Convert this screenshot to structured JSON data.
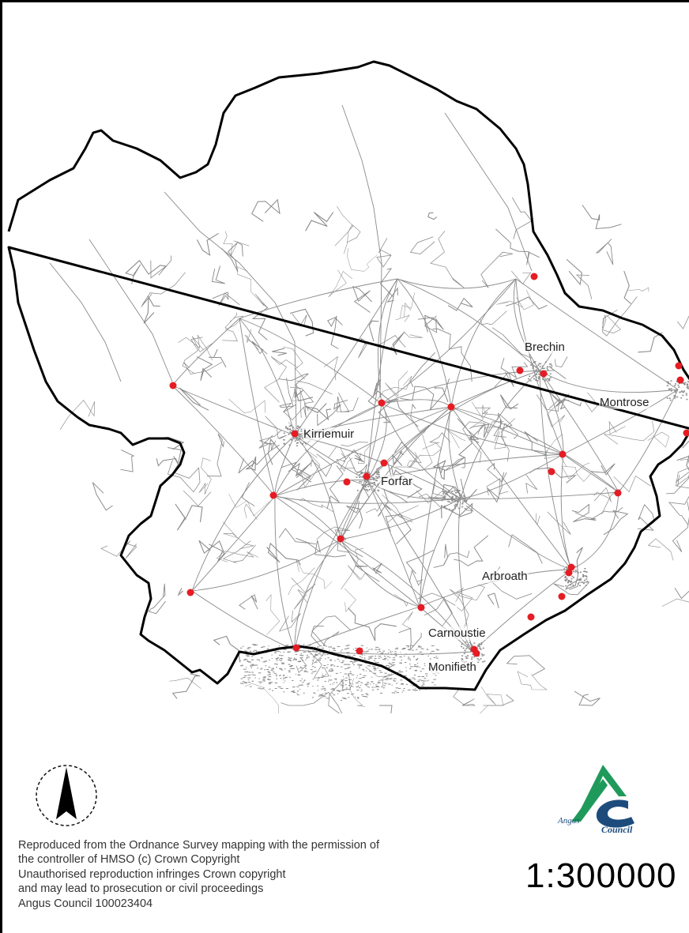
{
  "map": {
    "boundary_color": "#000000",
    "road_color": "#8a8a8a",
    "settlement_color": "#e51c23",
    "towns": [
      {
        "name": "Brechin"
      },
      {
        "name": "Montrose"
      },
      {
        "name": "Kirriemuir"
      },
      {
        "name": "Forfar"
      },
      {
        "name": "Arbroath"
      },
      {
        "name": "Carnoustie"
      },
      {
        "name": "Monifieth"
      }
    ]
  },
  "north_arrow": {
    "icon": "north-arrow-icon"
  },
  "copyright": {
    "lines": [
      "Reproduced from the Ordnance Survey mapping with the permission of",
      "the controller of HMSO (c) Crown Copyright",
      "Unauthorised reproduction infringes Crown copyright",
      "and may lead to prosecution or civil proceedings",
      "Angus Council 100023404"
    ]
  },
  "scale": {
    "label": "1:300000"
  },
  "logo": {
    "icon": "angus-council-logo-icon",
    "text_line1": "Angus",
    "text_line2": "Council",
    "colors": {
      "green": "#1f9a5b",
      "blue": "#1d4c7c"
    }
  }
}
